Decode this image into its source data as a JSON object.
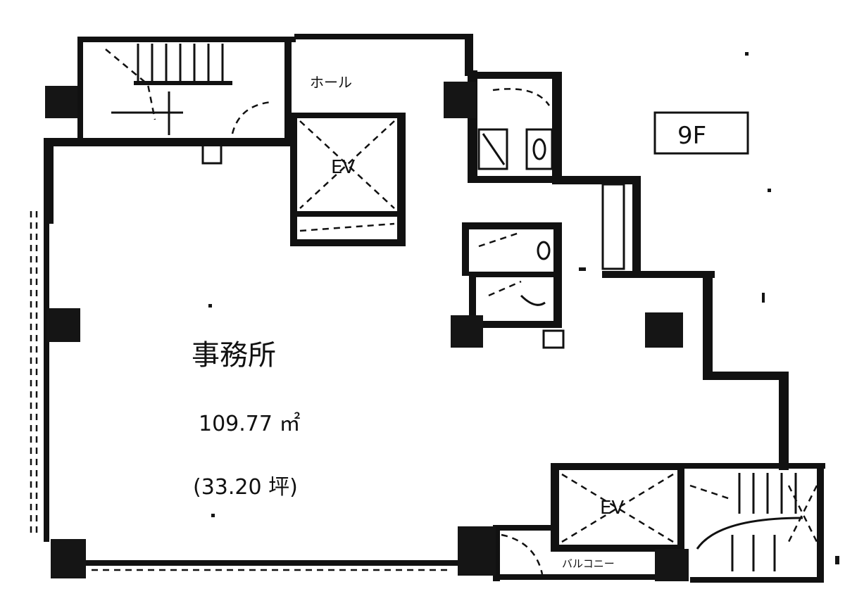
{
  "floor_label": "9F",
  "rooms": {
    "office": {
      "name": "事務所",
      "area_m2": "109.77 ㎡",
      "area_tsubo": "(33.20 坪)"
    },
    "hall": "ホール",
    "elevator_north": "EV",
    "elevator_south": "EV",
    "balcony": "バルコニー"
  }
}
